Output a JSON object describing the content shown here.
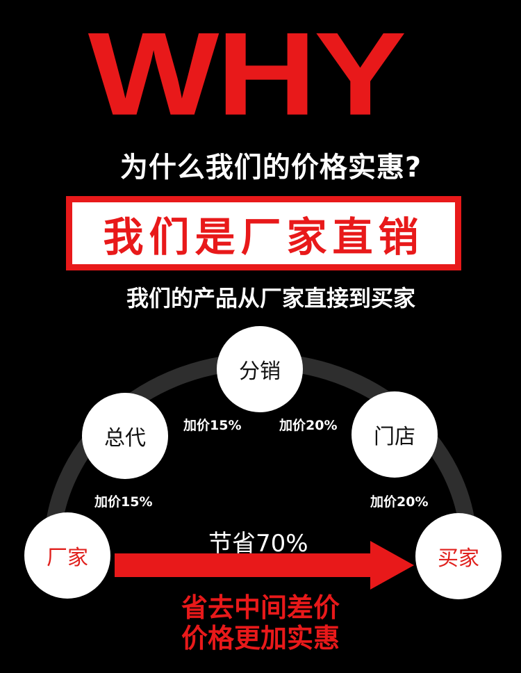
{
  "header": {
    "title": "WHY",
    "subtitle": "为什么我们的价格实惠?"
  },
  "banner": {
    "text": "我们是厂家直销"
  },
  "tagline": "我们的产品从厂家直接到买家",
  "diagram": {
    "nodes": [
      {
        "id": "factory",
        "label": "厂家"
      },
      {
        "id": "general-agent",
        "label": "总代"
      },
      {
        "id": "distributor",
        "label": "分销"
      },
      {
        "id": "store",
        "label": "门店"
      },
      {
        "id": "buyer",
        "label": "买家"
      }
    ],
    "markups": [
      {
        "from": "厂家",
        "to": "总代",
        "label": "加价15%"
      },
      {
        "from": "总代",
        "to": "分销",
        "label": "加价15%"
      },
      {
        "from": "分销",
        "to": "门店",
        "label": "加价20%"
      },
      {
        "from": "门店",
        "to": "买家",
        "label": "加价20%"
      }
    ],
    "direct_arrow_label": "节省70%"
  },
  "footer": {
    "line1": "省去中间差价",
    "line2": "价格更加实惠"
  },
  "colors": {
    "accent_red": "#e8191a",
    "background": "#000000",
    "arc_gray": "#2e2e2e",
    "node_fill": "#ffffff"
  }
}
